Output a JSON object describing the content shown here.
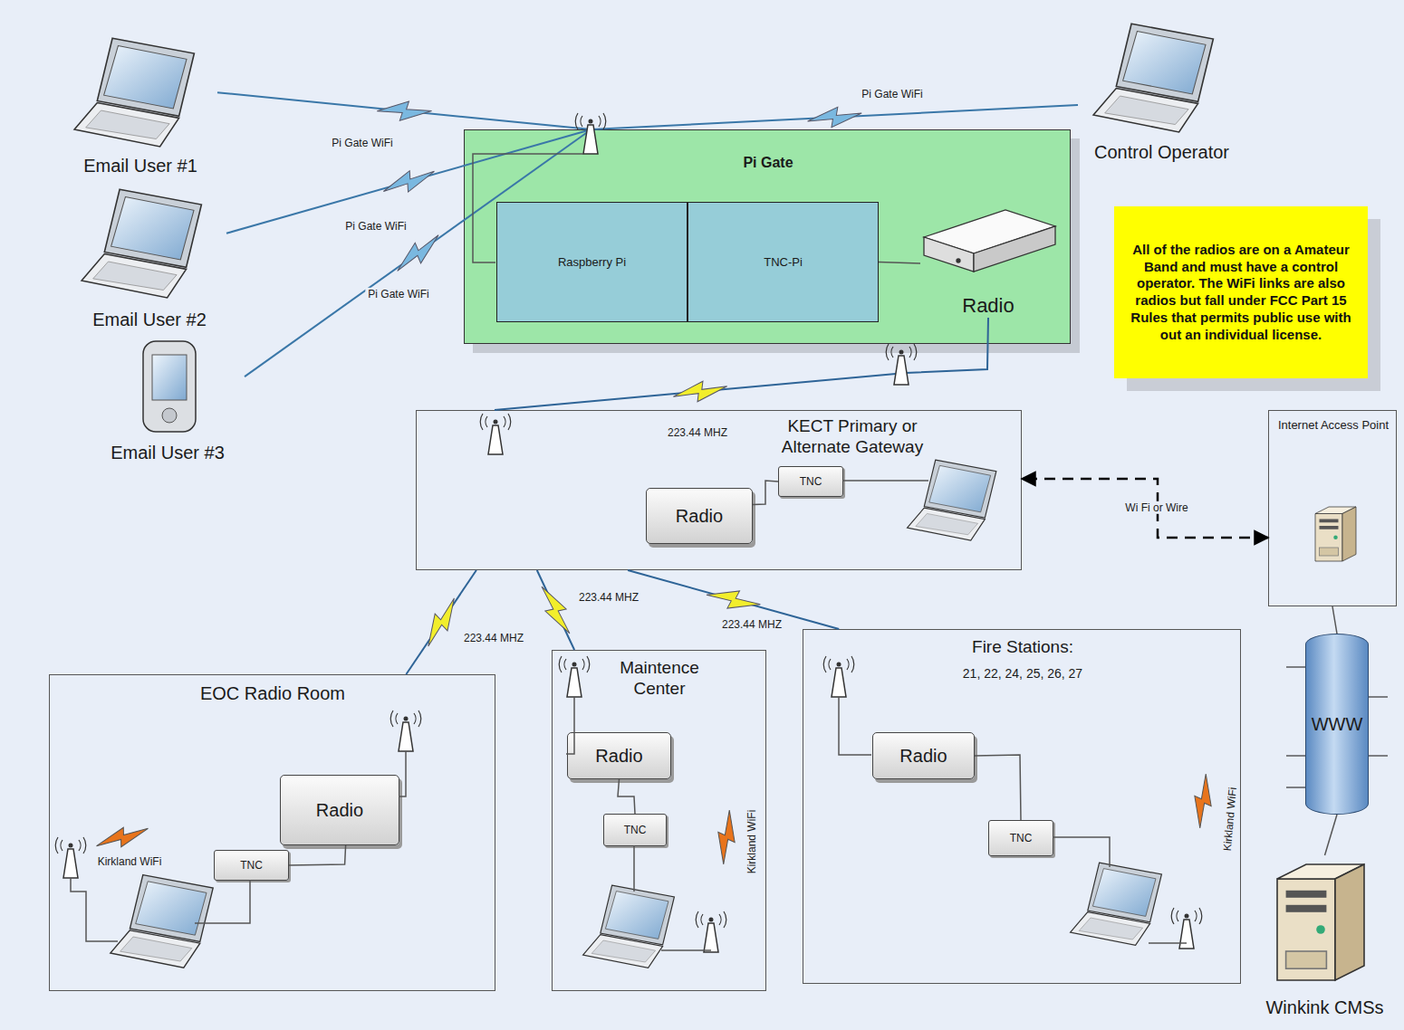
{
  "diagram": {
    "nodes": [
      {
        "text": [
          "Email User #1"
        ]
      },
      {
        "text": [
          "Email User #2"
        ]
      },
      {
        "text": [
          "Email User #3"
        ]
      },
      {
        "text": [
          "Pi Gate"
        ]
      },
      {
        "text": [
          "Raspberry Pi"
        ],
        "in": 3
      },
      {
        "text": [
          "TNC-Pi"
        ],
        "in": 3
      },
      {
        "text": [
          "Radio"
        ],
        "in": 3
      },
      {
        "text": [
          "Control Operator"
        ]
      },
      {
        "text": [
          "All of the radios are on a Amateur Band and must have a control operator. The WiFi links are also radios but fall under FCC Part 15 Rules that permits public use with out an individual license."
        ]
      },
      {
        "text": [
          "KECT Primary or Alternate Gateway"
        ]
      },
      {
        "text": [
          "Radio"
        ],
        "in": 9
      },
      {
        "text": [
          "TNC"
        ],
        "in": 9
      },
      {
        "text": [
          "Internet Access Point"
        ]
      },
      {
        "text": [
          "WWW"
        ]
      },
      {
        "text": [
          "Winkink CMSs"
        ]
      },
      {
        "text": [
          "EOC Radio Room"
        ]
      },
      {
        "text": [
          "Radio"
        ],
        "in": 15
      },
      {
        "text": [
          "TNC"
        ],
        "in": 15
      },
      {
        "text": [
          "Maintence Center"
        ]
      },
      {
        "text": [
          "Radio"
        ],
        "in": 18
      },
      {
        "text": [
          "TNC"
        ],
        "in": 18
      },
      {
        "text": [
          "Fire Stations:",
          "21, 22, 24, 25, 26, 27"
        ]
      },
      {
        "text": [
          "Radio"
        ],
        "in": 21
      },
      {
        "text": [
          "TNC"
        ],
        "in": 21
      }
    ],
    "edges": [
      {
        "from": 0,
        "to": 3,
        "label": "Pi Gate WiFi",
        "arrow": "none"
      },
      {
        "from": 1,
        "to": 3,
        "label": "Pi Gate WiFi",
        "arrow": "none"
      },
      {
        "from": 2,
        "to": 3,
        "label": "Pi Gate WiFi",
        "arrow": "none"
      },
      {
        "from": 7,
        "to": 3,
        "label": "Pi Gate WiFi",
        "arrow": "none"
      },
      {
        "from": 5,
        "to": 6,
        "arrow": "none"
      },
      {
        "from": 6,
        "to": 9,
        "label": "223.44 MHZ",
        "arrow": "none"
      },
      {
        "from": 9,
        "to": 15,
        "label": "223.44 MHZ",
        "arrow": "none"
      },
      {
        "from": 9,
        "to": 18,
        "label": "223.44 MHZ",
        "arrow": "none"
      },
      {
        "from": 9,
        "to": 21,
        "label": "223.44 MHZ",
        "arrow": "none"
      },
      {
        "from": 10,
        "to": 11,
        "arrow": "none"
      },
      {
        "from": 12,
        "to": 9,
        "label": "Wi Fi or Wire",
        "arrow": "both"
      },
      {
        "from": 12,
        "to": 13,
        "arrow": "none"
      },
      {
        "from": 13,
        "to": 14,
        "arrow": "none"
      },
      {
        "from": 16,
        "to": 17,
        "arrow": "none"
      },
      {
        "from": 19,
        "to": 20,
        "arrow": "none"
      },
      {
        "from": 22,
        "to": 23,
        "arrow": "none"
      }
    ],
    "labels": [
      "Kirkland WiFi",
      "Kirkland WiFi",
      "Kirkland WiFi"
    ]
  }
}
